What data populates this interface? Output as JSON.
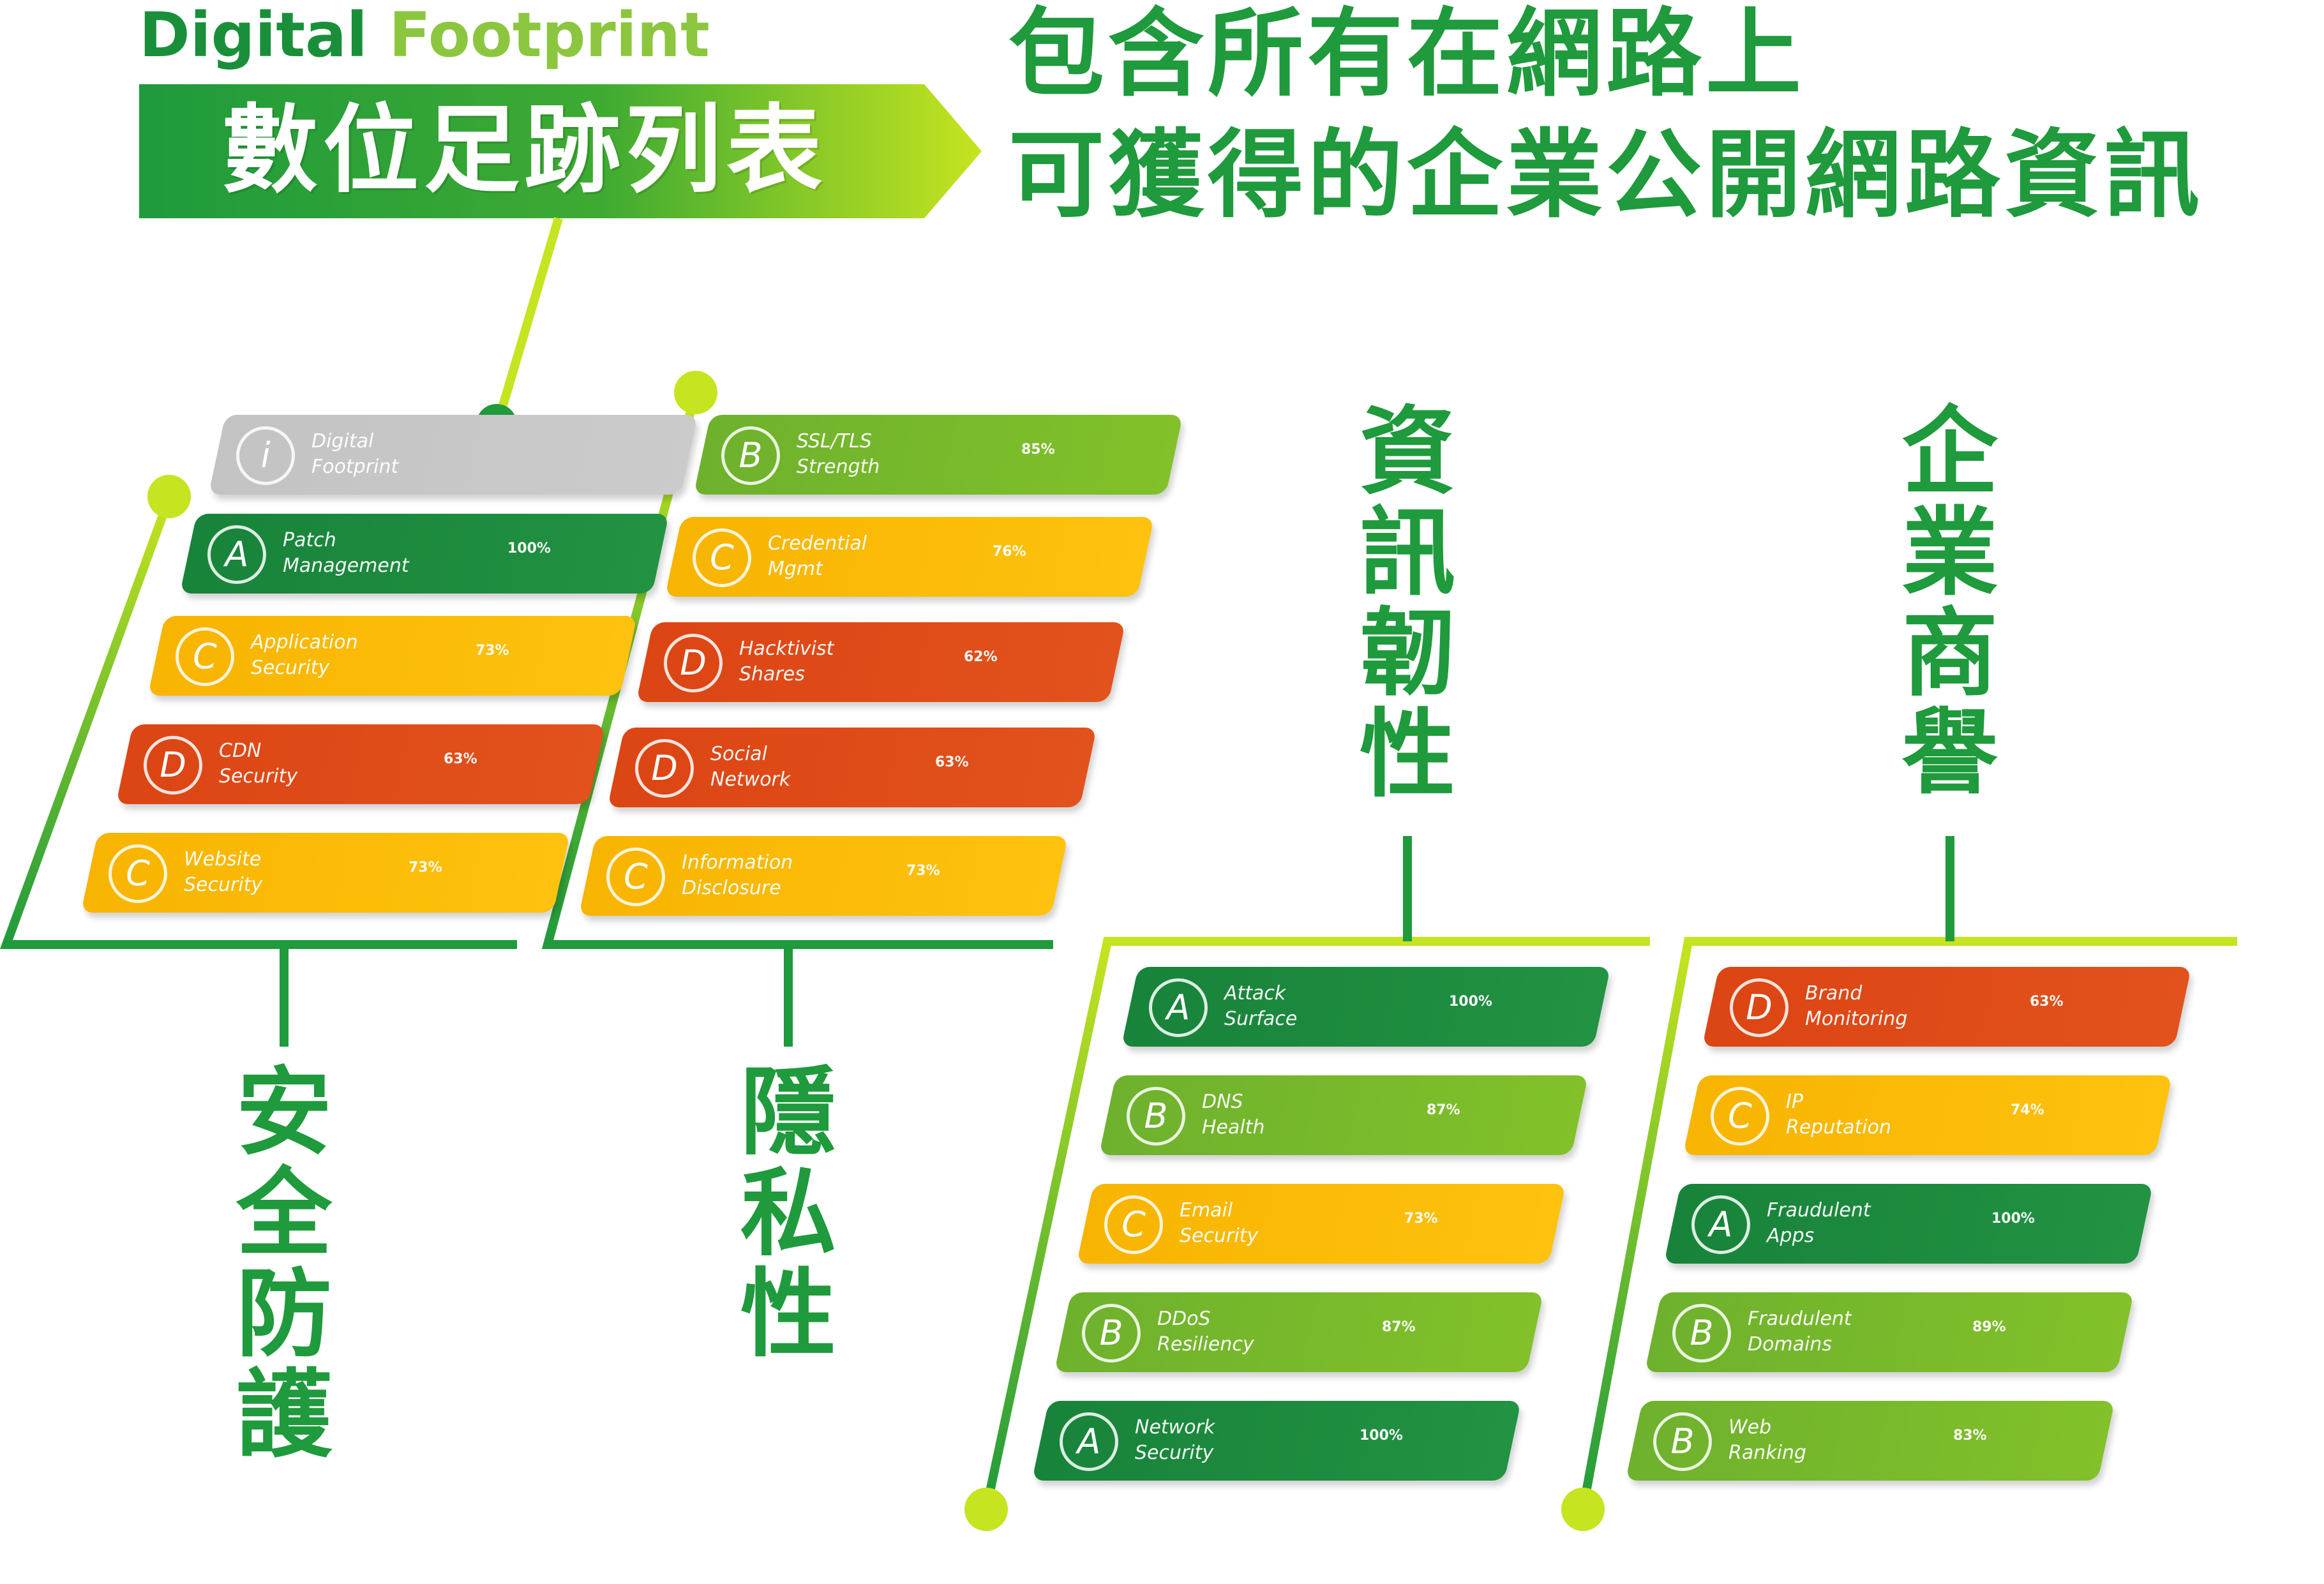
{
  "header": {
    "brand_word1": "Digital",
    "brand_word2": "Footprint",
    "banner_title": "數位足跡列表",
    "headline_line1": "包含所有在網路上",
    "headline_line2": "可獲得的企業公開網路資訊"
  },
  "colors": {
    "dark_green": "#1f9a3c",
    "light_green": "#8cc63f",
    "lime": "#c6e41f",
    "grade_a": "#1e8c3f",
    "grade_b": "#7ab82c",
    "grade_c": "#fbbb08",
    "grade_d": "#df4a17",
    "grade_info": "#c6c6c6"
  },
  "groups": [
    {
      "label": "安全防護",
      "cards": [
        {
          "grade": "i",
          "name1": "Digital",
          "name2": "Footprint",
          "pct": ""
        },
        {
          "grade": "A",
          "name1": "Patch",
          "name2": "Management",
          "pct": "100%"
        },
        {
          "grade": "C",
          "name1": "Application",
          "name2": "Security",
          "pct": "73%"
        },
        {
          "grade": "D",
          "name1": "CDN",
          "name2": "Security",
          "pct": "63%"
        },
        {
          "grade": "C",
          "name1": "Website",
          "name2": "Security",
          "pct": "73%"
        }
      ]
    },
    {
      "label": "隱私性",
      "cards": [
        {
          "grade": "B",
          "name1": "SSL/TLS",
          "name2": "Strength",
          "pct": "85%"
        },
        {
          "grade": "C",
          "name1": "Credential",
          "name2": "Mgmt",
          "pct": "76%"
        },
        {
          "grade": "D",
          "name1": "Hacktivist",
          "name2": "Shares",
          "pct": "62%"
        },
        {
          "grade": "D",
          "name1": "Social",
          "name2": "Network",
          "pct": "63%"
        },
        {
          "grade": "C",
          "name1": "Information",
          "name2": "Disclosure",
          "pct": "73%"
        }
      ]
    },
    {
      "label": "資訊韌性",
      "cards": [
        {
          "grade": "A",
          "name1": "Attack",
          "name2": "Surface",
          "pct": "100%"
        },
        {
          "grade": "B",
          "name1": "DNS",
          "name2": "Health",
          "pct": "87%"
        },
        {
          "grade": "C",
          "name1": "Email",
          "name2": "Security",
          "pct": "73%"
        },
        {
          "grade": "B",
          "name1": "DDoS",
          "name2": "Resiliency",
          "pct": "87%"
        },
        {
          "grade": "A",
          "name1": "Network",
          "name2": "Security",
          "pct": "100%"
        }
      ]
    },
    {
      "label": "企業商譽",
      "cards": [
        {
          "grade": "D",
          "name1": "Brand",
          "name2": "Monitoring",
          "pct": "63%"
        },
        {
          "grade": "C",
          "name1": "IP",
          "name2": "Reputation",
          "pct": "74%"
        },
        {
          "grade": "A",
          "name1": "Fraudulent",
          "name2": "Apps",
          "pct": "100%"
        },
        {
          "grade": "B",
          "name1": "Fraudulent",
          "name2": "Domains",
          "pct": "89%"
        },
        {
          "grade": "B",
          "name1": "Web",
          "name2": "Ranking",
          "pct": "83%"
        }
      ]
    }
  ]
}
